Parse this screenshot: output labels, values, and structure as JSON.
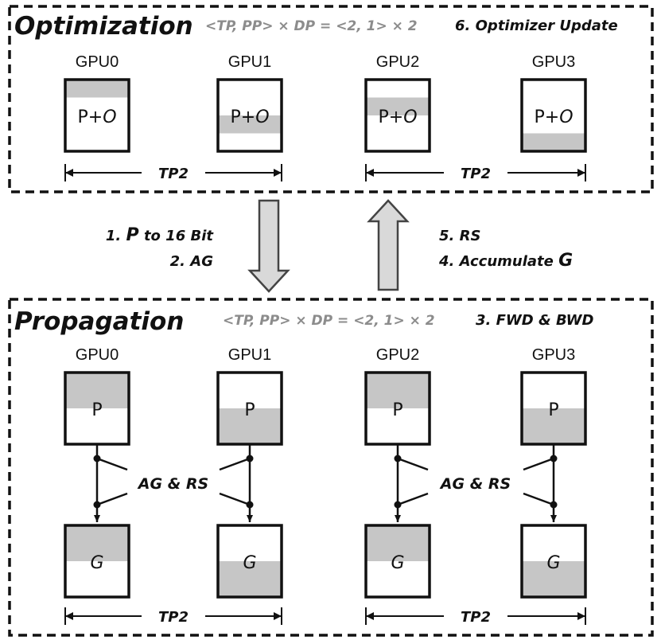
{
  "colors": {
    "shade": "#c6c6c6",
    "stroke": "#111111",
    "config_text": "#8c8c8c",
    "arrow_fill": "#d9d9d9"
  },
  "optimization": {
    "title": "Optimization",
    "config": "<TP, PP> × DP = <2, 1> × 2",
    "step": "6. Optimizer Update",
    "gpus": [
      {
        "label": "GPU0",
        "cell": "P+O",
        "cell_italic_part": "O",
        "shade": [
          0.0,
          0.25
        ]
      },
      {
        "label": "GPU1",
        "cell": "P+O",
        "cell_italic_part": "O",
        "shade": [
          0.5,
          0.75
        ]
      },
      {
        "label": "GPU2",
        "cell": "P+O",
        "cell_italic_part": "O",
        "shade": [
          0.25,
          0.5
        ]
      },
      {
        "label": "GPU3",
        "cell": "P+O",
        "cell_italic_part": "O",
        "shade": [
          0.75,
          1.0
        ]
      }
    ],
    "tp_labels": [
      "TP2",
      "TP2"
    ]
  },
  "transitions": {
    "down": [
      "1. P to 16 Bit",
      "2. AG"
    ],
    "up": [
      "5. RS",
      "4. Accumulate G"
    ]
  },
  "propagation": {
    "title": "Propagation",
    "config": "<TP, PP> × DP = <2, 1> × 2",
    "step": "3. FWD & BWD",
    "gpus": [
      {
        "label": "GPU0",
        "top": "P",
        "bottom": "G",
        "shade": [
          0.0,
          0.5
        ]
      },
      {
        "label": "GPU1",
        "top": "P",
        "bottom": "G",
        "shade": [
          0.5,
          1.0
        ]
      },
      {
        "label": "GPU2",
        "top": "P",
        "bottom": "G",
        "shade": [
          0.0,
          0.5
        ]
      },
      {
        "label": "GPU3",
        "top": "P",
        "bottom": "G",
        "shade": [
          0.5,
          1.0
        ]
      }
    ],
    "comm_labels": [
      "AG & RS",
      "AG & RS"
    ],
    "tp_labels": [
      "TP2",
      "TP2"
    ]
  }
}
